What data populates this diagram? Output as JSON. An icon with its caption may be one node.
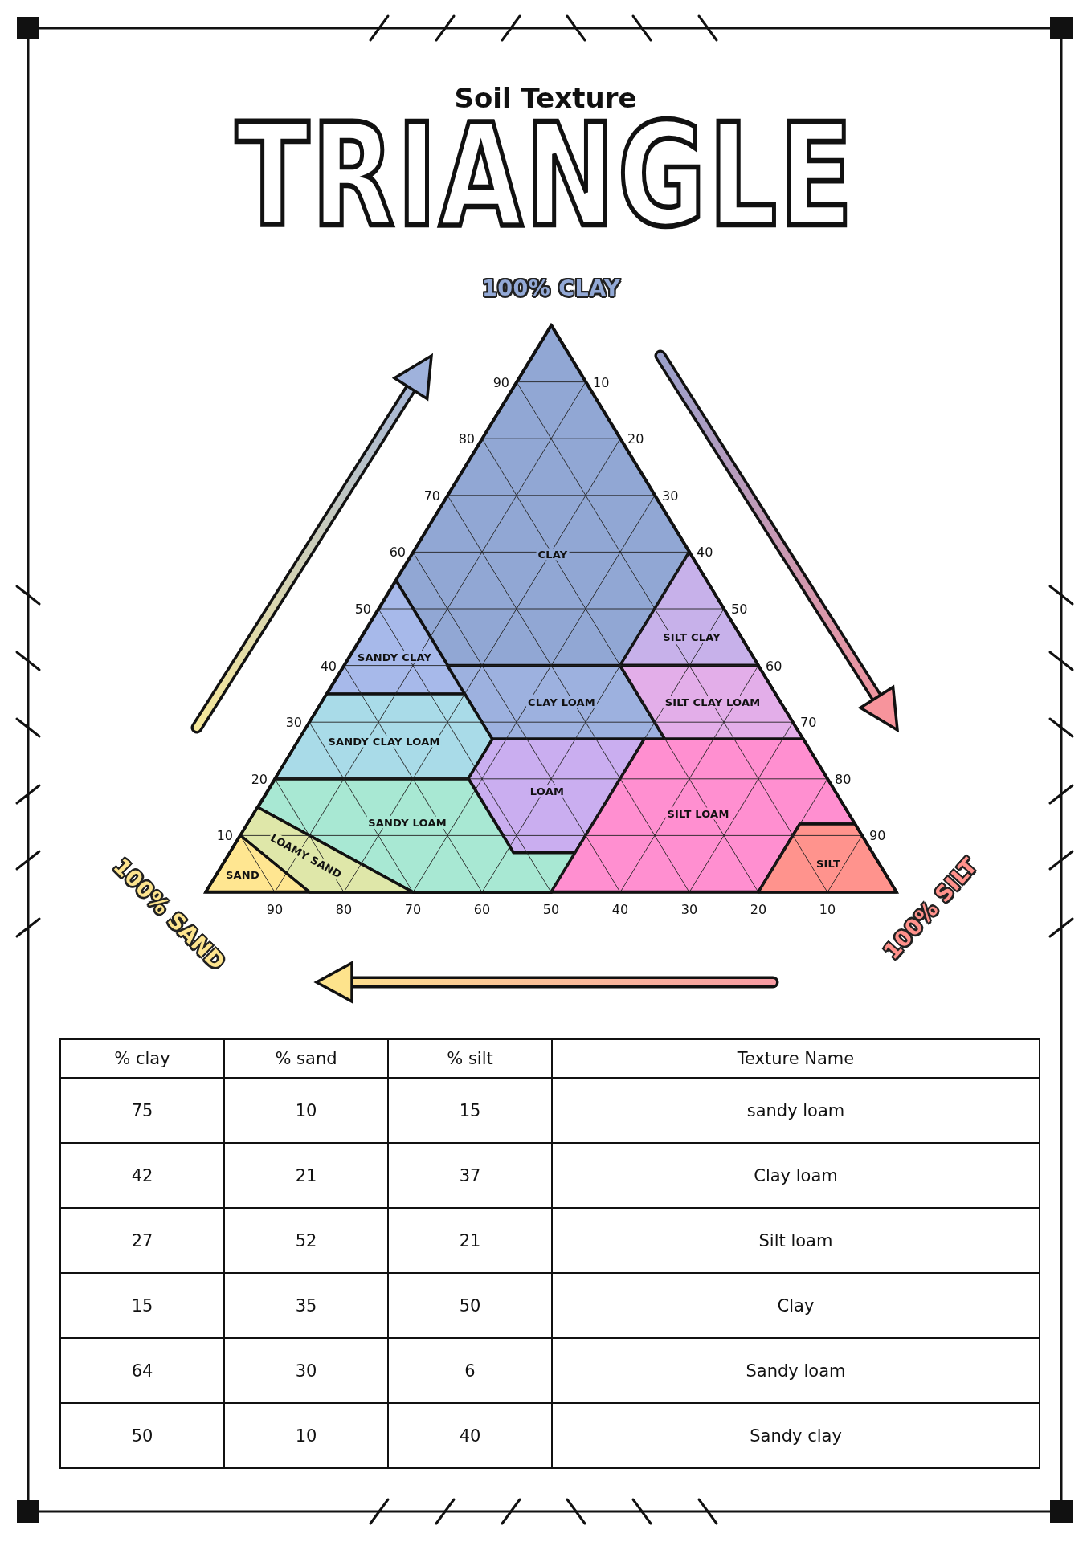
{
  "diagram": {
    "title": "Soil Texture TRIANGLE",
    "nodes": [
      {
        "text": [
          "CLAY"
        ]
      },
      {
        "text": [
          "SANDY CLAY"
        ]
      },
      {
        "text": [
          "SILT CLAY"
        ]
      },
      {
        "text": [
          "CLAY LOAM"
        ]
      },
      {
        "text": [
          "SILT CLAY LOAM"
        ]
      },
      {
        "text": [
          "SANDY CLAY LOAM"
        ]
      },
      {
        "text": [
          "LOAM"
        ]
      },
      {
        "text": [
          "SANDY LOAM"
        ]
      },
      {
        "text": [
          "SILT LOAM"
        ]
      },
      {
        "text": [
          "LOAMY SAND"
        ]
      },
      {
        "text": [
          "SAND"
        ]
      },
      {
        "text": [
          "SILT"
        ]
      }
    ],
    "labels": [
      "100% CLAY",
      "90",
      "10",
      "80",
      "20",
      "70",
      "30",
      "60",
      "40",
      "50",
      "50",
      "40",
      "60",
      "30",
      "70",
      "20",
      "80",
      "10",
      "90",
      "100% SAND",
      "90",
      "80",
      "70",
      "60",
      "50",
      "40",
      "30",
      "20",
      "10",
      "100% SILT",
      "% clay",
      "% sand",
      "% silt",
      "Texture Name",
      "75",
      "10",
      "15",
      "sandy loam",
      "42",
      "21",
      "37",
      "Clay loam",
      "27",
      "52",
      "21",
      "Silt loam",
      "15",
      "35",
      "50",
      "Clay",
      "64",
      "30",
      "6",
      "Sandy loam",
      "50",
      "10",
      "40",
      "Sandy clay"
    ]
  }
}
